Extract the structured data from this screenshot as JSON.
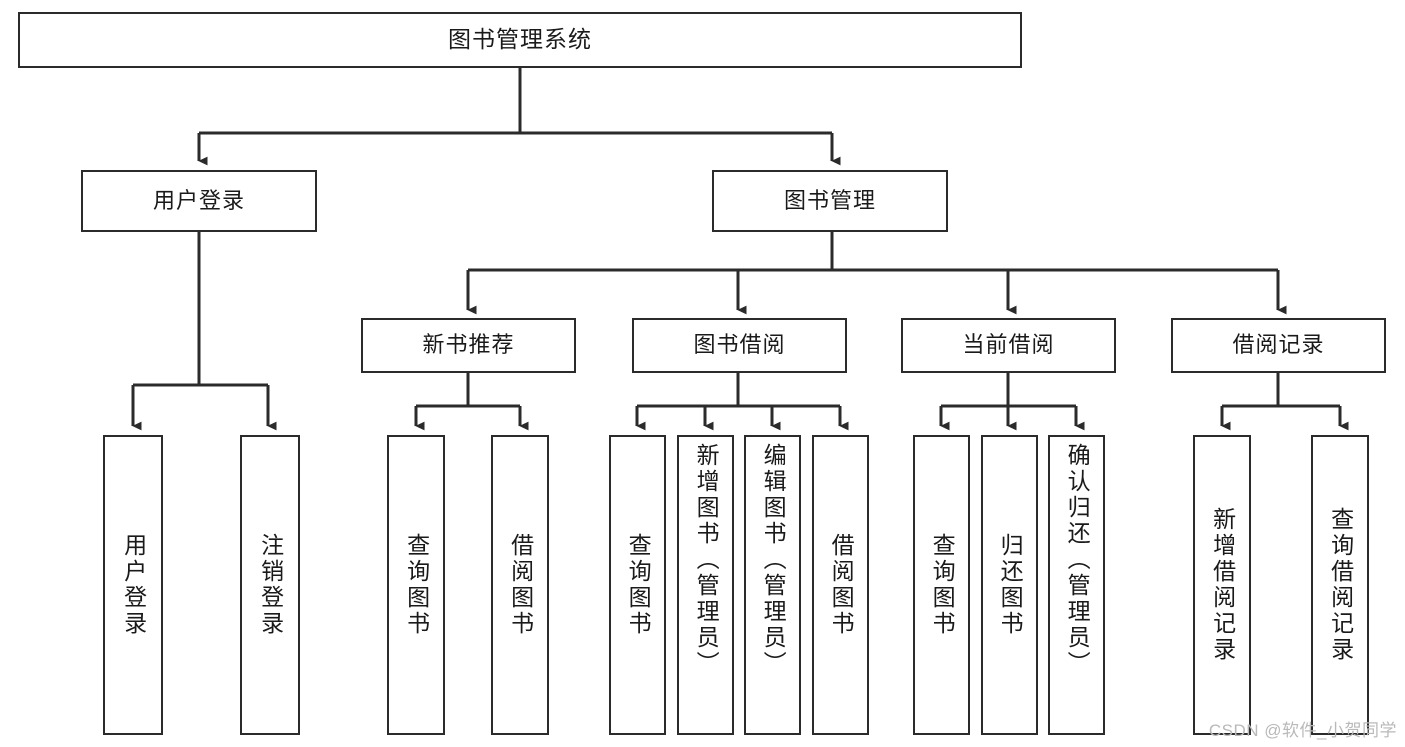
{
  "diagram": {
    "type": "tree",
    "title": "图书管理系统",
    "orientation": "top-down",
    "colors": {
      "stroke": "#2b2b2b",
      "fill": "#ffffff",
      "text": "#1a1a1a",
      "watermark": "#b9b9b9"
    },
    "levels": [
      {
        "level": 0,
        "nodes": [
          {
            "id": "root",
            "label": "图书管理系统",
            "text_direction": "horizontal"
          }
        ]
      },
      {
        "level": 1,
        "nodes": [
          {
            "id": "login",
            "label": "用户登录",
            "text_direction": "horizontal",
            "parent": "root"
          },
          {
            "id": "bookmgmt",
            "label": "图书管理",
            "text_direction": "horizontal",
            "parent": "root"
          }
        ]
      },
      {
        "level": 2,
        "nodes": [
          {
            "id": "newbook",
            "label": "新书推荐",
            "text_direction": "horizontal",
            "parent": "bookmgmt"
          },
          {
            "id": "borrow",
            "label": "图书借阅",
            "text_direction": "horizontal",
            "parent": "bookmgmt"
          },
          {
            "id": "current",
            "label": "当前借阅",
            "text_direction": "horizontal",
            "parent": "bookmgmt"
          },
          {
            "id": "records",
            "label": "借阅记录",
            "text_direction": "horizontal",
            "parent": "bookmgmt"
          }
        ]
      },
      {
        "level": 3,
        "nodes": [
          {
            "id": "leaf-user-login",
            "label": "用户登录",
            "text_direction": "vertical",
            "parent": "login"
          },
          {
            "id": "leaf-user-logout",
            "label": "注销登录",
            "text_direction": "vertical",
            "parent": "login"
          },
          {
            "id": "leaf-new-query",
            "label": "查询图书",
            "text_direction": "vertical",
            "parent": "newbook"
          },
          {
            "id": "leaf-new-borrow",
            "label": "借阅图书",
            "text_direction": "vertical",
            "parent": "newbook"
          },
          {
            "id": "leaf-borrow-query",
            "label": "查询图书",
            "text_direction": "vertical",
            "parent": "borrow"
          },
          {
            "id": "leaf-borrow-add",
            "label": "新增图书（管理员）",
            "text_direction": "vertical",
            "parent": "borrow"
          },
          {
            "id": "leaf-borrow-edit",
            "label": "编辑图书（管理员）",
            "text_direction": "vertical",
            "parent": "borrow"
          },
          {
            "id": "leaf-borrow-lend",
            "label": "借阅图书",
            "text_direction": "vertical",
            "parent": "borrow"
          },
          {
            "id": "leaf-cur-query",
            "label": "查询图书",
            "text_direction": "vertical",
            "parent": "current"
          },
          {
            "id": "leaf-cur-return",
            "label": "归还图书",
            "text_direction": "vertical",
            "parent": "current"
          },
          {
            "id": "leaf-cur-confirm",
            "label": "确认归还（管理员）",
            "text_direction": "vertical",
            "parent": "current"
          },
          {
            "id": "leaf-rec-add",
            "label": "新增借阅记录",
            "text_direction": "vertical",
            "parent": "records"
          },
          {
            "id": "leaf-rec-query",
            "label": "查询借阅记录",
            "text_direction": "vertical",
            "parent": "records"
          }
        ]
      }
    ]
  },
  "watermark": {
    "text": "CSDN @软件_小贺同学"
  }
}
